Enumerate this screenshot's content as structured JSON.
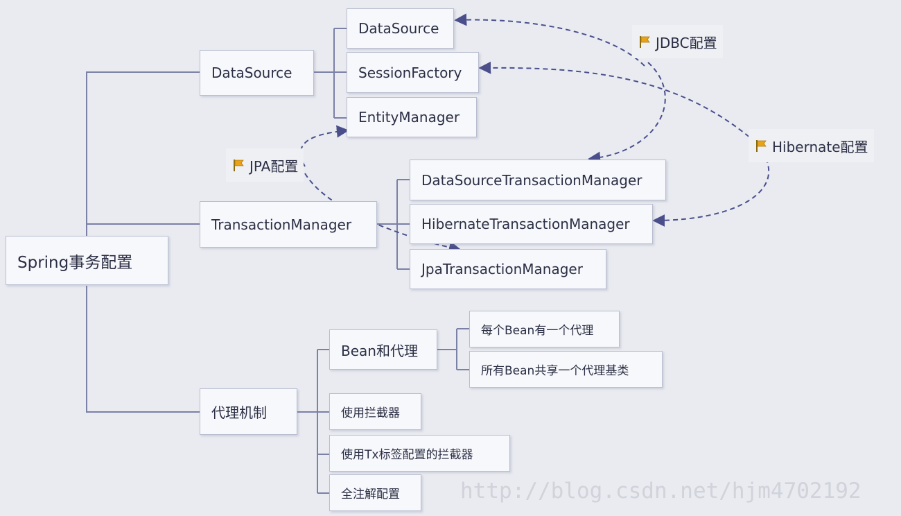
{
  "root": {
    "label": "Spring事务配置"
  },
  "datasource_branch": {
    "label": "DataSource",
    "children": [
      "DataSource",
      "SessionFactory",
      "EntityManager"
    ]
  },
  "transaction_branch": {
    "label": "TransactionManager",
    "children": [
      "DataSourceTransactionManager",
      "HibernateTransactionManager",
      "JpaTransactionManager"
    ]
  },
  "proxy_branch": {
    "label": "代理机制",
    "bean_proxy": {
      "label": "Bean和代理",
      "children": [
        "每个Bean有一个代理",
        "所有Bean共享一个代理基类"
      ]
    },
    "children": [
      "使用拦截器",
      "使用Tx标签配置的拦截器",
      "全注解配置"
    ]
  },
  "tags": {
    "jdbc": "JDBC配置",
    "jpa": "JPA配置",
    "hibernate": "Hibernate配置"
  },
  "icons": {
    "tag_icon": "flag-icon"
  },
  "colors": {
    "line": "#7b80a6",
    "arrow": "#4a4f8c",
    "flag": "#e8a317",
    "box_border": "#b9bdcf"
  },
  "watermark": "http://blog.csdn.net/hjm4702192"
}
